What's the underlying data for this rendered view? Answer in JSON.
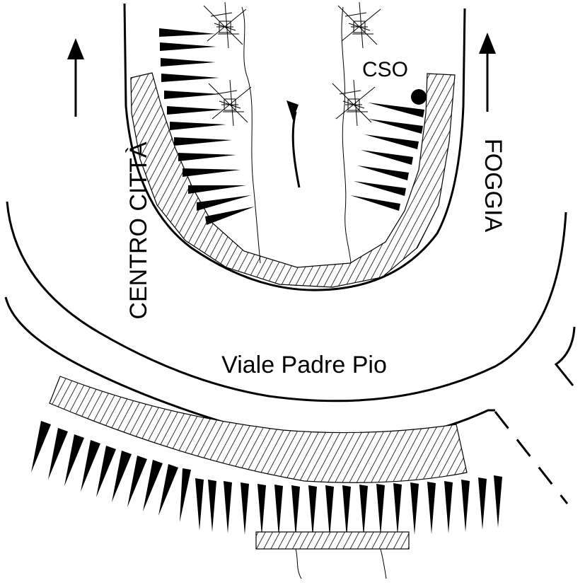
{
  "labels": {
    "cso": "CSO",
    "centro": "CENTRO CITTÀ",
    "foggia": "FOGGIA",
    "road": "Viale Padre Pio"
  },
  "colors": {
    "ink": "#000000",
    "paper": "#ffffff"
  }
}
